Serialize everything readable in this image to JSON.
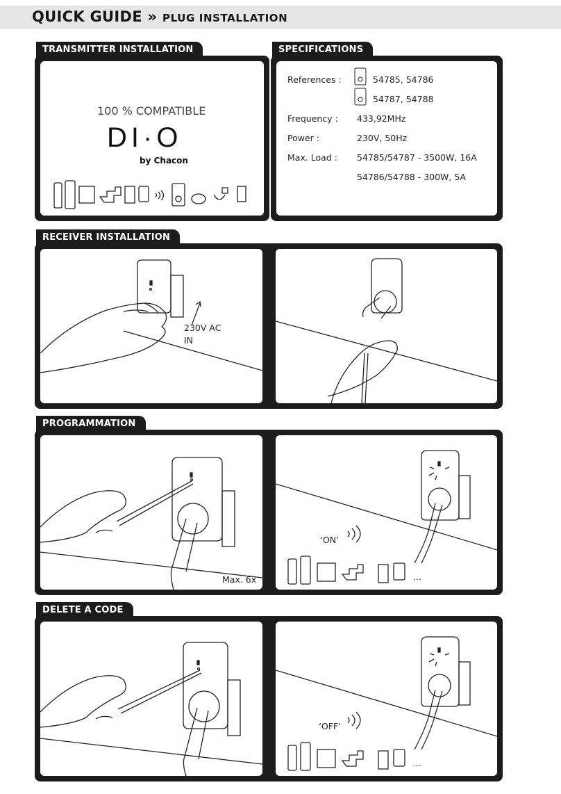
{
  "header": {
    "title": "QUICK GUIDE",
    "separator": "»",
    "subtitle": "PLUG INSTALLATION"
  },
  "transmitter": {
    "tab": "TRANSMITTER INSTALLATION",
    "compat": "100 % COMPATIBLE",
    "logo_main": "DI·O",
    "logo_sub": "by Chacon"
  },
  "specifications": {
    "tab": "SPECIFICATIONS",
    "rows": [
      {
        "label": "References :",
        "value": "54785, 54786"
      },
      {
        "label": "",
        "value": "54787, 54788"
      },
      {
        "label": "Frequency :",
        "value": "433,92MHz"
      },
      {
        "label": "Power :",
        "value": "230V,  50Hz"
      },
      {
        "label": "Max. Load :",
        "value": "54785/54787 - 3500W, 16A"
      },
      {
        "label": "",
        "value": "54786/54788 - 300W,  5A"
      }
    ]
  },
  "receiver": {
    "tab": "RECEIVER INSTALLATION",
    "input_label_1": "230V AC",
    "input_label_2": "IN"
  },
  "programmation": {
    "tab": "PROGRAMMATION",
    "max_label": "Max. 6x",
    "signal_label": "‘ON’",
    "more": "..."
  },
  "delete": {
    "tab": "DELETE A CODE",
    "signal_label": "‘OFF’",
    "more": "..."
  },
  "colors": {
    "frame": "#1c1c1c",
    "header_bg": "#e6e6e6"
  }
}
